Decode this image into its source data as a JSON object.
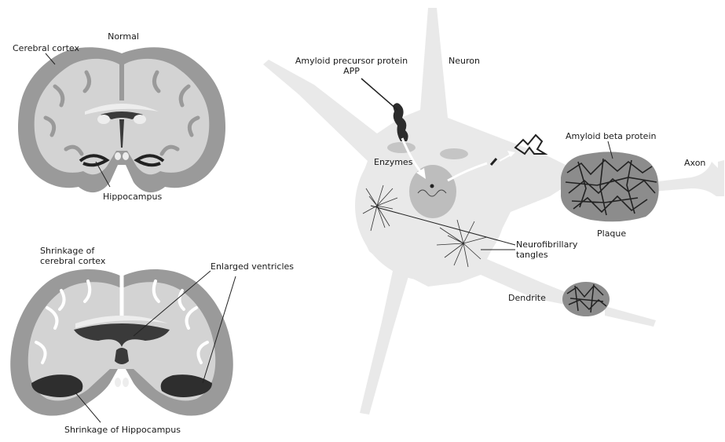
{
  "labels": {
    "normal": "Normal",
    "cerebral_cortex": "Cerebral cortex",
    "hippocampus": "Hippocampus",
    "shrinkage_cortex_1": "Shrinkage of",
    "shrinkage_cortex_2": "cerebral cortex",
    "enlarged_ventricles": "Enlarged ventricles",
    "shrinkage_hippocampus": "Shrinkage of Hippocampus",
    "app_1": "Amyloid precursor protein",
    "app_2": "APP",
    "neuron": "Neuron",
    "enzymes": "Enzymes",
    "amyloid_beta": "Amyloid beta protein",
    "axon": "Axon",
    "plaque": "Plaque",
    "neurofibrillary_1": "Neurofibrillary",
    "neurofibrillary_2": "tangles",
    "dendrite": "Dendrite"
  },
  "colors": {
    "cortex_outer": "#9a9a9a",
    "cortex_inner": "#d3d3d3",
    "ventricle": "#3a3a3a",
    "neuron_body": "#e9e9e9",
    "nucleus": "#bdbdbd",
    "plaque_fill": "#8c8c8c",
    "tangle_stroke": "#2a2a2a"
  }
}
